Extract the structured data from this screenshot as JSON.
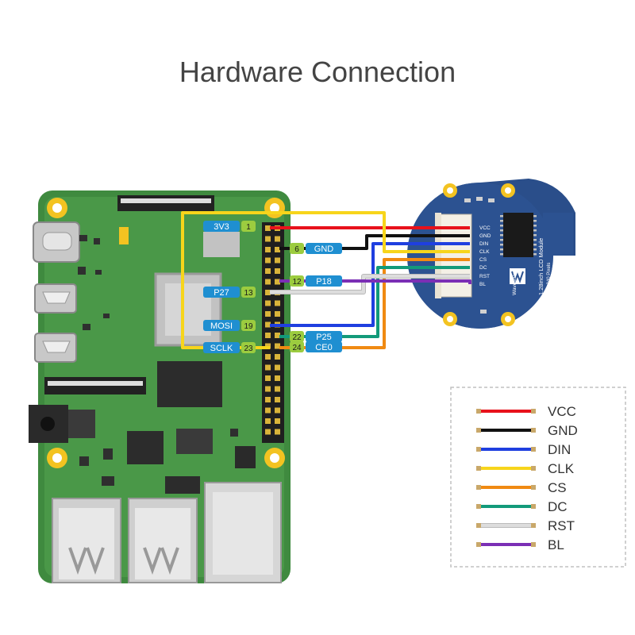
{
  "title": "Hardware Connection",
  "pi_pins": [
    {
      "id": "3v3",
      "label": "3V3",
      "num": "1"
    },
    {
      "id": "gnd",
      "label": "GND",
      "num": "6"
    },
    {
      "id": "p18",
      "label": "P18",
      "num": "12"
    },
    {
      "id": "p27",
      "label": "P27",
      "num": "13"
    },
    {
      "id": "mosi",
      "label": "MOSI",
      "num": "19"
    },
    {
      "id": "p25",
      "label": "P25",
      "num": "22"
    },
    {
      "id": "sclk",
      "label": "SCLK",
      "num": "23"
    },
    {
      "id": "ce0",
      "label": "CE0",
      "num": "24"
    }
  ],
  "lcd": {
    "pins": [
      "VCC",
      "GND",
      "DIN",
      "CLK",
      "CS",
      "DC",
      "RST",
      "BL"
    ],
    "brand": "Waveshare",
    "model": "1.28inch LCD Module",
    "resolution": "240×240 Pixels"
  },
  "legend": [
    {
      "label": "VCC",
      "color": "#e8121b"
    },
    {
      "label": "GND",
      "color": "#111111"
    },
    {
      "label": "DIN",
      "color": "#1f3fe0"
    },
    {
      "label": "CLK",
      "color": "#f7d51b"
    },
    {
      "label": "CS",
      "color": "#f08a12"
    },
    {
      "label": "DC",
      "color": "#129a7a"
    },
    {
      "label": "RST",
      "color": "#dddddd"
    },
    {
      "label": "BL",
      "color": "#7b2fb5"
    }
  ]
}
